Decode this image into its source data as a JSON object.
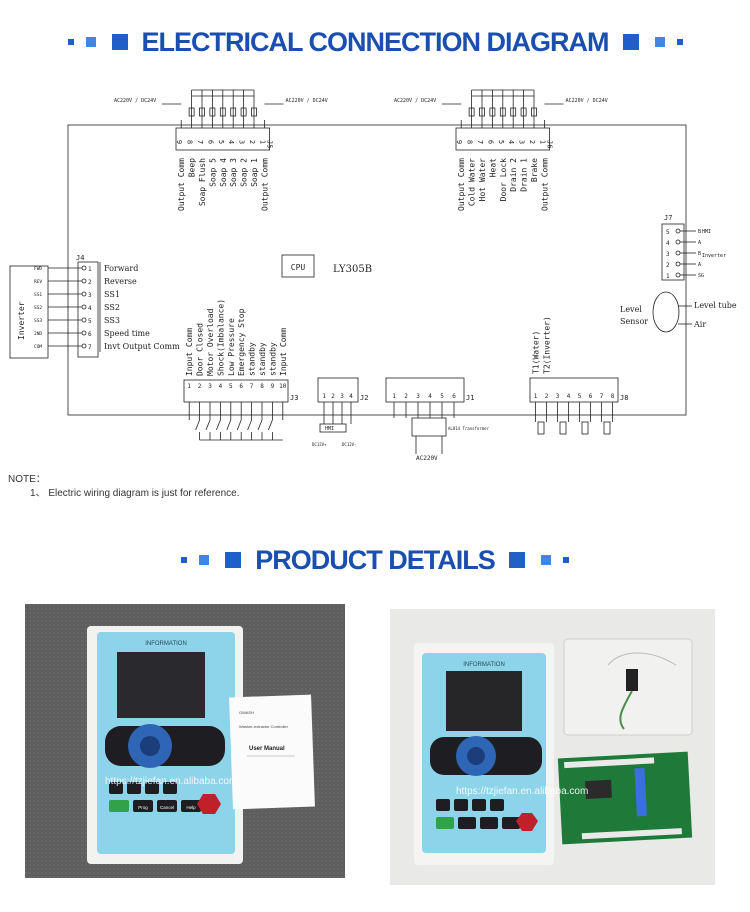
{
  "banner1": {
    "title": "ELECTRICAL CONNECTION DIAGRAM"
  },
  "banner2": {
    "title": "PRODUCT DETAILS"
  },
  "diagram": {
    "board_label": "LY305B",
    "cpu_label": "CPU",
    "supply_labels": [
      "AC220V / DC24V",
      "AC220V / DC24V",
      "AC220V / DC24V",
      "AC220V / DC24V"
    ],
    "j5": {
      "name": "J5",
      "pins": [
        "9",
        "8",
        "7",
        "6",
        "5",
        "4",
        "3",
        "2",
        "1"
      ],
      "labels": [
        "Output Comm",
        "Beep",
        "Soap Flush",
        "Soap 5",
        "Soap 4",
        "Soap 3",
        "Soap 2",
        "Soap 1",
        "Output Comm"
      ]
    },
    "j6": {
      "name": "J6",
      "pins": [
        "9",
        "8",
        "7",
        "6",
        "5",
        "4",
        "3",
        "2",
        "1"
      ],
      "labels": [
        "Output Comm",
        "Cold Water",
        "Hot Water",
        "Heat",
        "Door Lock",
        "Drain 2",
        "Drain 1",
        "Brake",
        "Output Comm"
      ]
    },
    "j4": {
      "name": "J4",
      "pins": [
        "1",
        "2",
        "3",
        "4",
        "5",
        "6",
        "7"
      ],
      "labels": [
        "Forward",
        "Reverse",
        "SS1",
        "SS2",
        "SS3",
        "Speed time",
        "Invt Output Comm"
      ],
      "inverter_title": "Inverter",
      "inverter_terms": [
        "FWD",
        "REV",
        "SS1",
        "SS2",
        "SS3",
        "2ND",
        "COM"
      ]
    },
    "j7": {
      "name": "J7",
      "pins": [
        "5",
        "4",
        "3",
        "2",
        "1"
      ],
      "labels": [
        "B",
        "A",
        "B",
        "A",
        "SG"
      ],
      "hmi": "HMI",
      "inverter": "Inverter"
    },
    "level": {
      "sensor": "Level Sensor",
      "tube": "Level tube",
      "air": "Air"
    },
    "j3": {
      "name": "J3",
      "pins": [
        "1",
        "2",
        "3",
        "4",
        "5",
        "6",
        "7",
        "8",
        "9",
        "10"
      ],
      "labels": [
        "Input Comm",
        "Door Closed",
        "Motor Overload",
        "Shock(Imbalance)",
        "Low Pressure",
        "Emergency Stop",
        "standby",
        "standby",
        "standby",
        "Input Comm"
      ]
    },
    "j2": {
      "name": "J2",
      "pins": [
        "1",
        "2",
        "3",
        "4"
      ],
      "hmi": "HMI",
      "dc12": "DC12V+",
      "dc0": "DC12V-"
    },
    "j1": {
      "name": "J1",
      "pins": [
        "1",
        "2",
        "3",
        "4",
        "5",
        "6"
      ],
      "transformer": "AL814 Transformer",
      "supply": "AC220V"
    },
    "j8": {
      "name": "J8",
      "pins": [
        "1",
        "2",
        "3",
        "4",
        "5",
        "6",
        "7",
        "8"
      ],
      "labels": [
        "T1(Water)",
        "T2(Inverter)"
      ]
    }
  },
  "note": {
    "title": "NOTE：",
    "line": "1、 Electric wiring diagram is just for reference."
  },
  "photo1": {
    "panel_header": "INFORMATION",
    "manual_brand": "GWASH",
    "manual_subtitle": "Washer-extractor Controller",
    "manual_title": "User Manual",
    "watermark": "https://tzjiefan.en.alibaba.com",
    "buttons": [
      "Prog",
      "Cancel",
      "Help"
    ]
  },
  "photo2": {
    "panel_header": "INFORMATION",
    "watermark": "https://tzjiefan.en.alibaba.com"
  },
  "colors": {
    "banner": "#1a4fb0",
    "panel": "#8dd3ea",
    "pcb": "#1f7a3a"
  }
}
